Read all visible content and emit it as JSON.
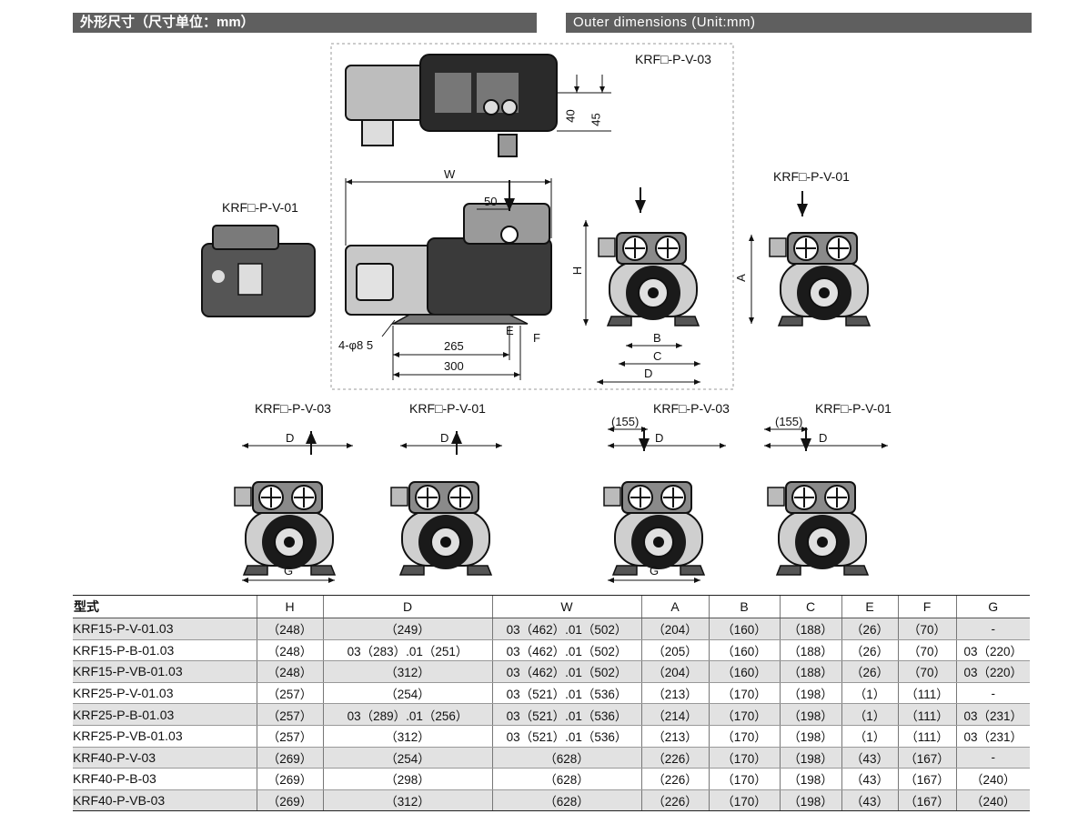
{
  "header": {
    "left_title": "外形尺寸（尺寸单位：mm）",
    "right_title": "Outer dimensions (Unit:mm)"
  },
  "drawings": {
    "label_krf_03_top": "KRF□-P-V-03",
    "label_krf_01_left": "KRF□-P-V-01",
    "label_krf_01_right": "KRF□-P-V-01",
    "dim_40": "40",
    "dim_45": "45",
    "dim_w": "W",
    "dim_50": "50",
    "dim_holes": "4-φ8 5",
    "dim_265": "265",
    "dim_300": "300",
    "dim_e": "E",
    "dim_f": "F",
    "dim_h": "H",
    "dim_a": "A",
    "dim_b": "B",
    "dim_c": "C",
    "dim_d": "D",
    "bottom": [
      {
        "label": "KRF□-P-V-03",
        "d": "D",
        "g": "G"
      },
      {
        "label": "KRF□-P-V-01",
        "d": "D"
      },
      {
        "label": "KRF□-P-V-03",
        "d": "D",
        "g": "G",
        "offset": "(155)"
      },
      {
        "label": "KRF□-P-V-01",
        "d": "D",
        "offset": "(155)"
      }
    ]
  },
  "table": {
    "headers": [
      "型式",
      "H",
      "D",
      "W",
      "A",
      "B",
      "C",
      "E",
      "F",
      "G"
    ],
    "rows": [
      [
        "KRF15-P-V-01.03",
        "（248）",
        "（249）",
        "03（462）.01（502）",
        "（204）",
        "（160）",
        "（188）",
        "（26）",
        "（70）",
        "-"
      ],
      [
        "KRF15-P-B-01.03",
        "（248）",
        "03（283）.01（251）",
        "03（462）.01（502）",
        "（205）",
        "（160）",
        "（188）",
        "（26）",
        "（70）",
        "03（220）"
      ],
      [
        "KRF15-P-VB-01.03",
        "（248）",
        "（312）",
        "03（462）.01（502）",
        "（204）",
        "（160）",
        "（188）",
        "（26）",
        "（70）",
        "03（220）"
      ],
      [
        "KRF25-P-V-01.03",
        "（257）",
        "（254）",
        "03（521）.01（536）",
        "（213）",
        "（170）",
        "（198）",
        "（1）",
        "（111）",
        "-"
      ],
      [
        "KRF25-P-B-01.03",
        "（257）",
        "03（289）.01（256）",
        "03（521）.01（536）",
        "（214）",
        "（170）",
        "（198）",
        "（1）",
        "（111）",
        "03（231）"
      ],
      [
        "KRF25-P-VB-01.03",
        "（257）",
        "（312）",
        "03（521）.01（536）",
        "（213）",
        "（170）",
        "（198）",
        "（1）",
        "（111）",
        "03（231）"
      ],
      [
        "KRF40-P-V-03",
        "（269）",
        "（254）",
        "（628）",
        "（226）",
        "（170）",
        "（198）",
        "（43）",
        "（167）",
        "-"
      ],
      [
        "KRF40-P-B-03",
        "（269）",
        "（298）",
        "（628）",
        "（226）",
        "（170）",
        "（198）",
        "（43）",
        "（167）",
        "（240）"
      ],
      [
        "KRF40-P-VB-03",
        "（269）",
        "（312）",
        "（628）",
        "（226）",
        "（170）",
        "（198）",
        "（43）",
        "（167）",
        "（240）"
      ]
    ],
    "shaded_rows": [
      0,
      2,
      4,
      6,
      8
    ]
  }
}
